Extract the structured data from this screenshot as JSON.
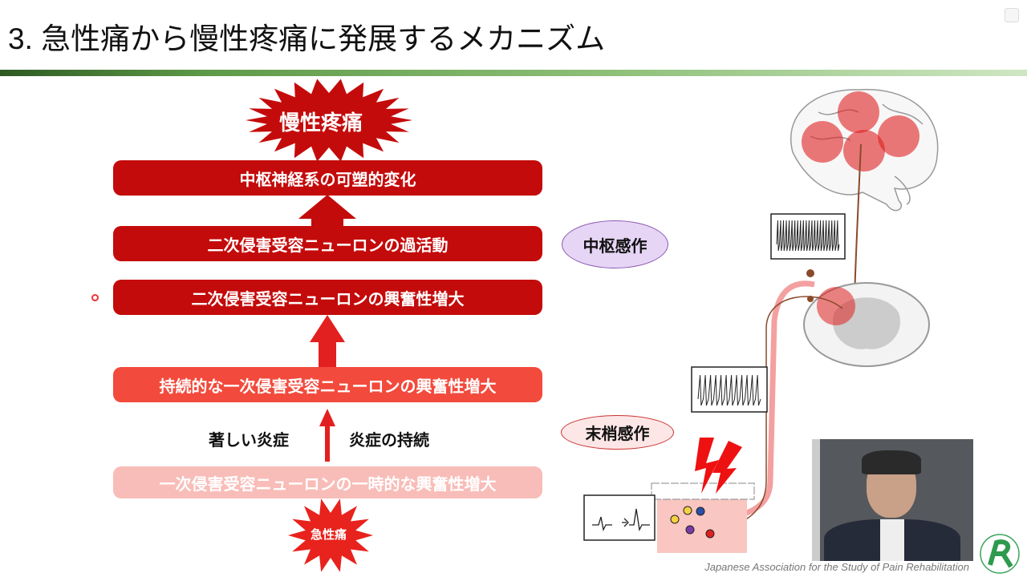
{
  "slide": {
    "title": "3. 急性痛から慢性疼痛に発展するメカニズム",
    "chronic_pain": "慢性疼痛",
    "acute_pain": "急性痛",
    "steps": [
      "中枢神経系の可塑的変化",
      "二次侵害受容ニューロンの過活動",
      "二次侵害受容ニューロンの興奮性増大",
      "持続的な一次侵害受容ニューロンの興奮性増大",
      "一次侵害受容ニューロンの一時的な興奮性増大"
    ],
    "cause_left": "著しい炎症",
    "cause_right": "炎症の持続",
    "central_sensitization": "中枢感作",
    "peripheral_sensitization": "末梢感作",
    "footer": "Japanese Association for the Study of Pain Rehabilitation"
  },
  "colors": {
    "dark_red": "#c40b0b",
    "mid_red": "#f24a3c",
    "light_red": "#f8bdb8",
    "green": "#5e9a48"
  }
}
